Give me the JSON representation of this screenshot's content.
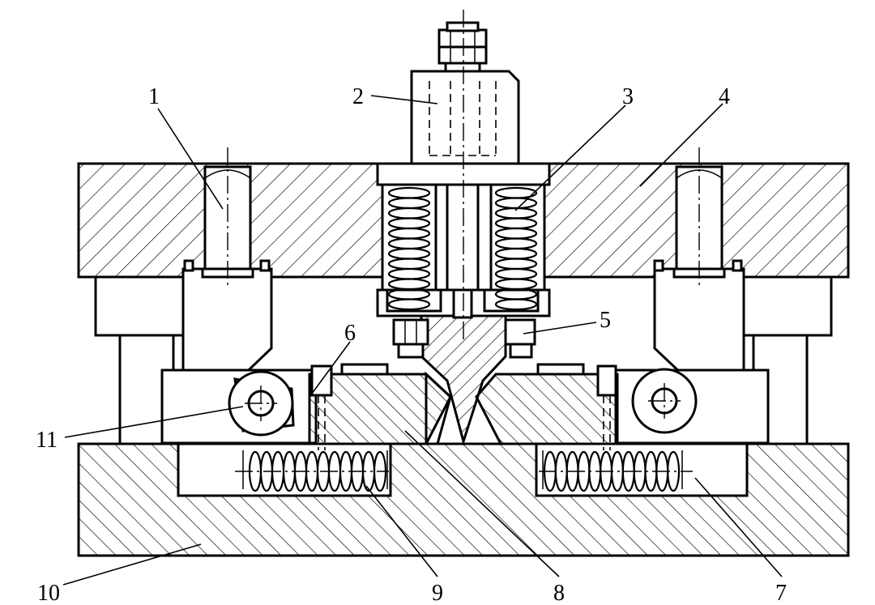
{
  "callouts": [
    {
      "id": "1",
      "text": "1"
    },
    {
      "id": "2",
      "text": "2"
    },
    {
      "id": "3",
      "text": "3"
    },
    {
      "id": "4",
      "text": "4"
    },
    {
      "id": "5",
      "text": "5"
    },
    {
      "id": "6",
      "text": "6"
    },
    {
      "id": "7",
      "text": "7"
    },
    {
      "id": "8",
      "text": "8"
    },
    {
      "id": "9",
      "text": "9"
    },
    {
      "id": "10",
      "text": "10"
    },
    {
      "id": "11",
      "text": "11"
    }
  ]
}
